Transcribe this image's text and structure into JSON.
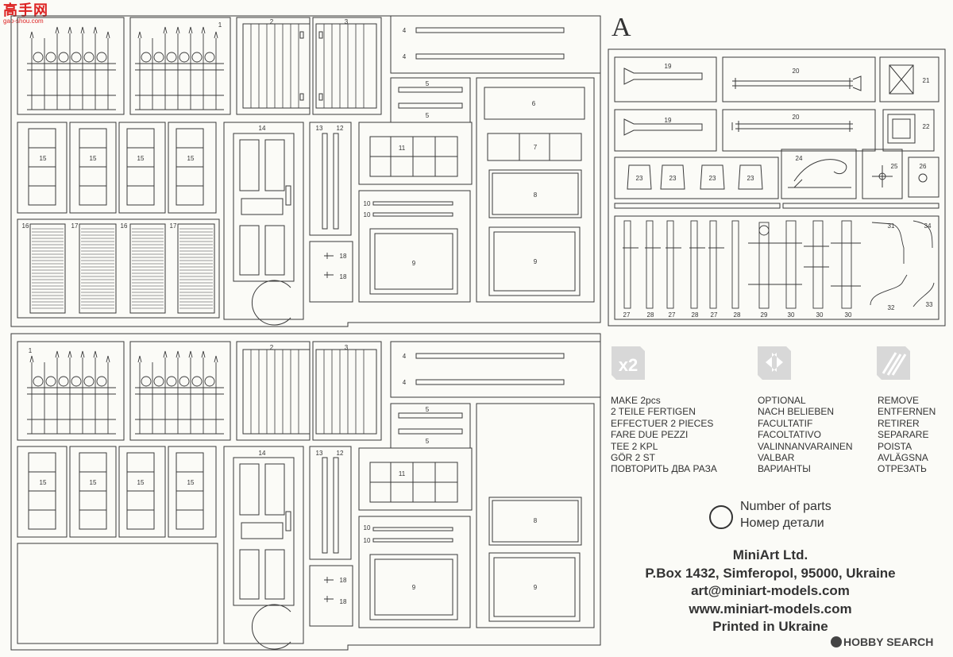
{
  "sheet": {
    "letter": "A",
    "watermark": {
      "brand": "高手网",
      "url": "gao-shou.com"
    },
    "part_numbers": {
      "p1": "1",
      "p2": "2",
      "p3": "3",
      "p4": "4",
      "p5": "5",
      "p6": "6",
      "p7": "7",
      "p8": "8",
      "p9": "9",
      "p10": "10",
      "p11": "11",
      "p12": "12",
      "p13": "13",
      "p14": "14",
      "p15": "15",
      "p16": "16",
      "p17": "17",
      "p18": "18",
      "p19": "19",
      "p20": "20",
      "p21": "21",
      "p22": "22",
      "p23": "23",
      "p24": "24",
      "p25": "25",
      "p26": "26",
      "p27": "27",
      "p28": "28",
      "p29": "29",
      "p30": "30",
      "p31": "31",
      "p32": "32",
      "p33": "33",
      "p34": "34"
    }
  },
  "legend": {
    "make_2pcs": {
      "icon": "x2-icon",
      "icon_text": "x2",
      "lines": "MAKE 2pcs\n2 TEILE FERTIGEN\nEFFECTUER 2 PIECES\nFARE DUE PEZZI\nTEE 2 KPL\nGÖR 2 ST\nПОВТОРИТЬ ДВА РАЗА"
    },
    "optional": {
      "icon": "optional-icon",
      "lines": "OPTIONAL\nNACH BELIEBEN\nFACULTATIF\nFACOLTATIVO\nVALINNANVARAINEN\nVALBAR\nВАРИАНТЫ"
    },
    "remove": {
      "icon": "remove-icon",
      "lines": "REMOVE\nENTFERNEN\nRETIRER\nSEPARARE\nPOISTA\nAVLÄGSNA\nОТРЕЗАТЬ"
    },
    "number_of_parts": "Number of parts\nНомер детали"
  },
  "company": {
    "name": "MiniArt Ltd.",
    "address": "P.Box 1432, Simferopol, 95000, Ukraine",
    "email": "art@miniart-models.com",
    "web": "www.miniart-models.com",
    "printed": "Printed in Ukraine"
  },
  "footer": {
    "hobby_search": "HOBBY SEARCH"
  },
  "colors": {
    "ink": "#333333",
    "paper": "#fbfbf7",
    "watermark_red": "#dd2222"
  }
}
